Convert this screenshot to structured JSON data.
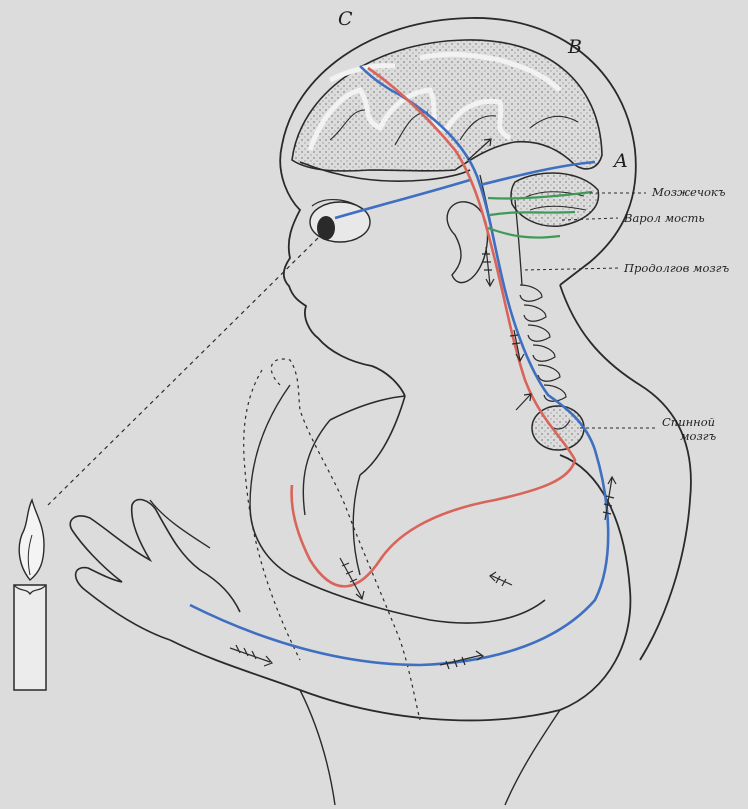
{
  "figure": {
    "letters": {
      "c": "C",
      "b": "B",
      "a": "A"
    },
    "labels": {
      "cerebellum": "Мозжечокъ",
      "pons": "Варол мость",
      "medulla": "Продолгов мозгъ",
      "spinal_line1": "Спинной",
      "spinal_line2": "мозгъ"
    },
    "colors": {
      "background": "#dcdcdc",
      "ink": "#2a2a2a",
      "afferent_path": "#3f6fc0",
      "efferent_path": "#d9645a",
      "cerebellar_path": "#3f9a55"
    }
  }
}
